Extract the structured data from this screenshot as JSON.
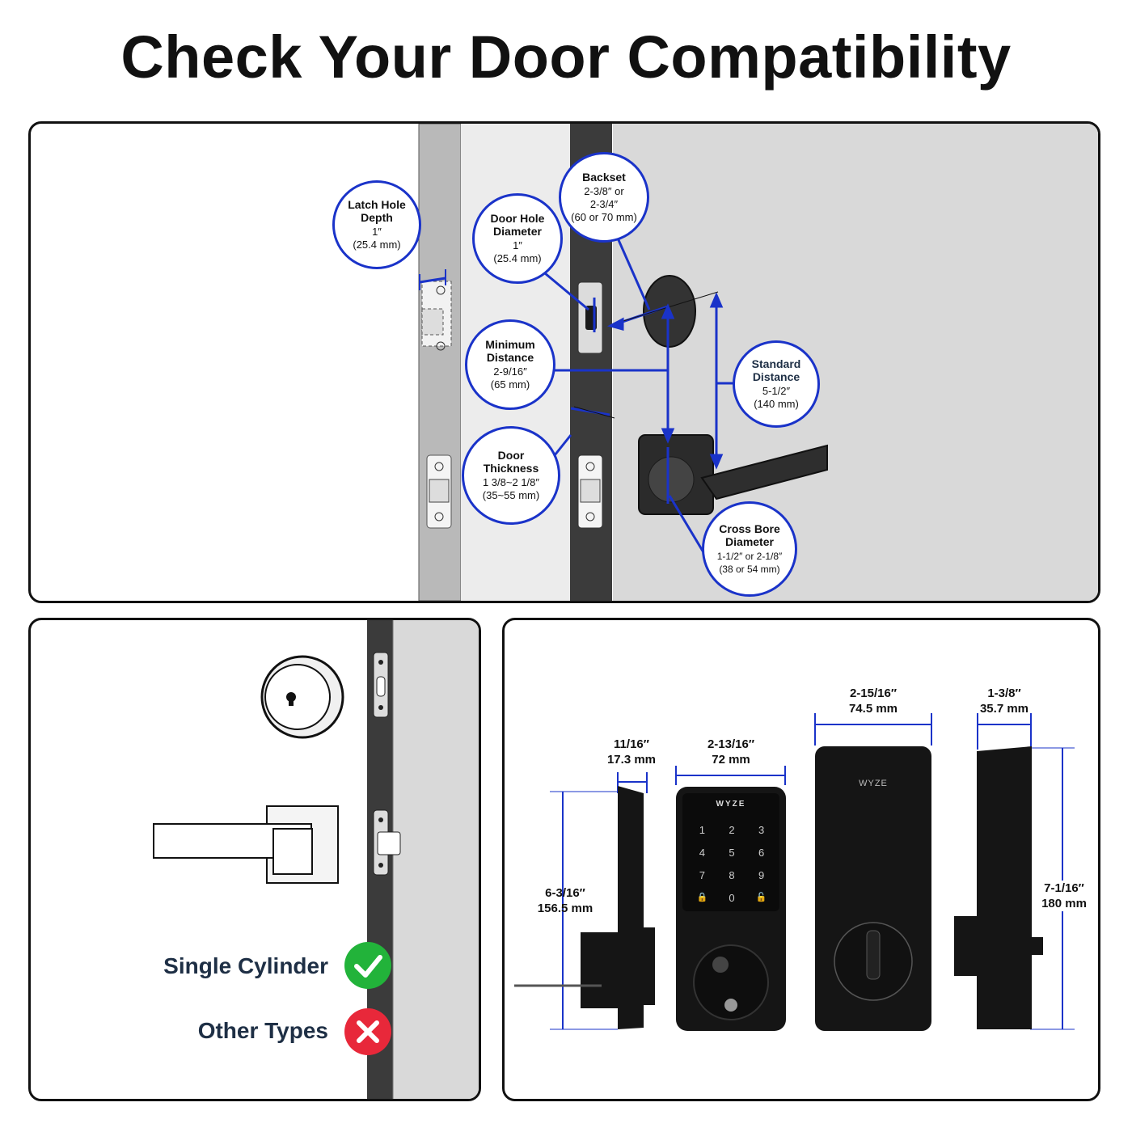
{
  "title": "Check Your Door Compatibility",
  "callouts": {
    "latch_hole_depth": {
      "title": "Latch Hole\nDepth",
      "value": "1″\n(25.4 mm)"
    },
    "backset": {
      "title": "Backset",
      "value": "2-3/8″ or\n2-3/4″\n(60 or 70 mm)"
    },
    "door_hole_diameter": {
      "title": "Door Hole\nDiameter",
      "value": "1″\n(25.4 mm)"
    },
    "minimum_distance": {
      "title": "Minimum\nDistance",
      "value": "2-9/16″\n(65 mm)"
    },
    "standard_distance": {
      "title": "Standard\nDistance",
      "value": "5-1/2″\n(140 mm)"
    },
    "door_thickness": {
      "title": "Door\nThickness",
      "value": "1 3/8~2 1/8″\n(35~55 mm)"
    },
    "cross_bore_diameter": {
      "title": "Cross Bore\nDiameter",
      "value": "1-1/2″ or 2-1/8″\n(38 or 54 mm)"
    }
  },
  "compatibility": {
    "supported_label": "Single Cylinder",
    "unsupported_label": "Other Types",
    "supported_icon": "check-icon",
    "unsupported_icon": "cross-icon",
    "supported_color": "#22b33a",
    "unsupported_color": "#e8283a"
  },
  "dimensions": {
    "side_depth": {
      "in": "11/16″",
      "mm": "17.3 mm"
    },
    "side_height": {
      "in": "6-3/16″",
      "mm": "156.5 mm"
    },
    "front_width": {
      "in": "2-13/16″",
      "mm": "72 mm"
    },
    "back_width": {
      "in": "2-15/16″",
      "mm": "74.5 mm"
    },
    "back_side_depth": {
      "in": "1-3/8″",
      "mm": "35.7 mm"
    },
    "back_side_height": {
      "in": "7-1/16″",
      "mm": "180 mm"
    }
  },
  "keypad": {
    "brand": "WYZE",
    "keys": [
      "1",
      "2",
      "3",
      "4",
      "5",
      "6",
      "7",
      "8",
      "9",
      "🔒",
      "0",
      "🔓"
    ]
  },
  "back_brand": "WYZE",
  "colors": {
    "accent": "#1a33c9",
    "panel_border": "#111111",
    "door_gray": "#d9d9d9",
    "door_edge": "#b3b3b3",
    "dark_edge": "#3a3a3a"
  }
}
